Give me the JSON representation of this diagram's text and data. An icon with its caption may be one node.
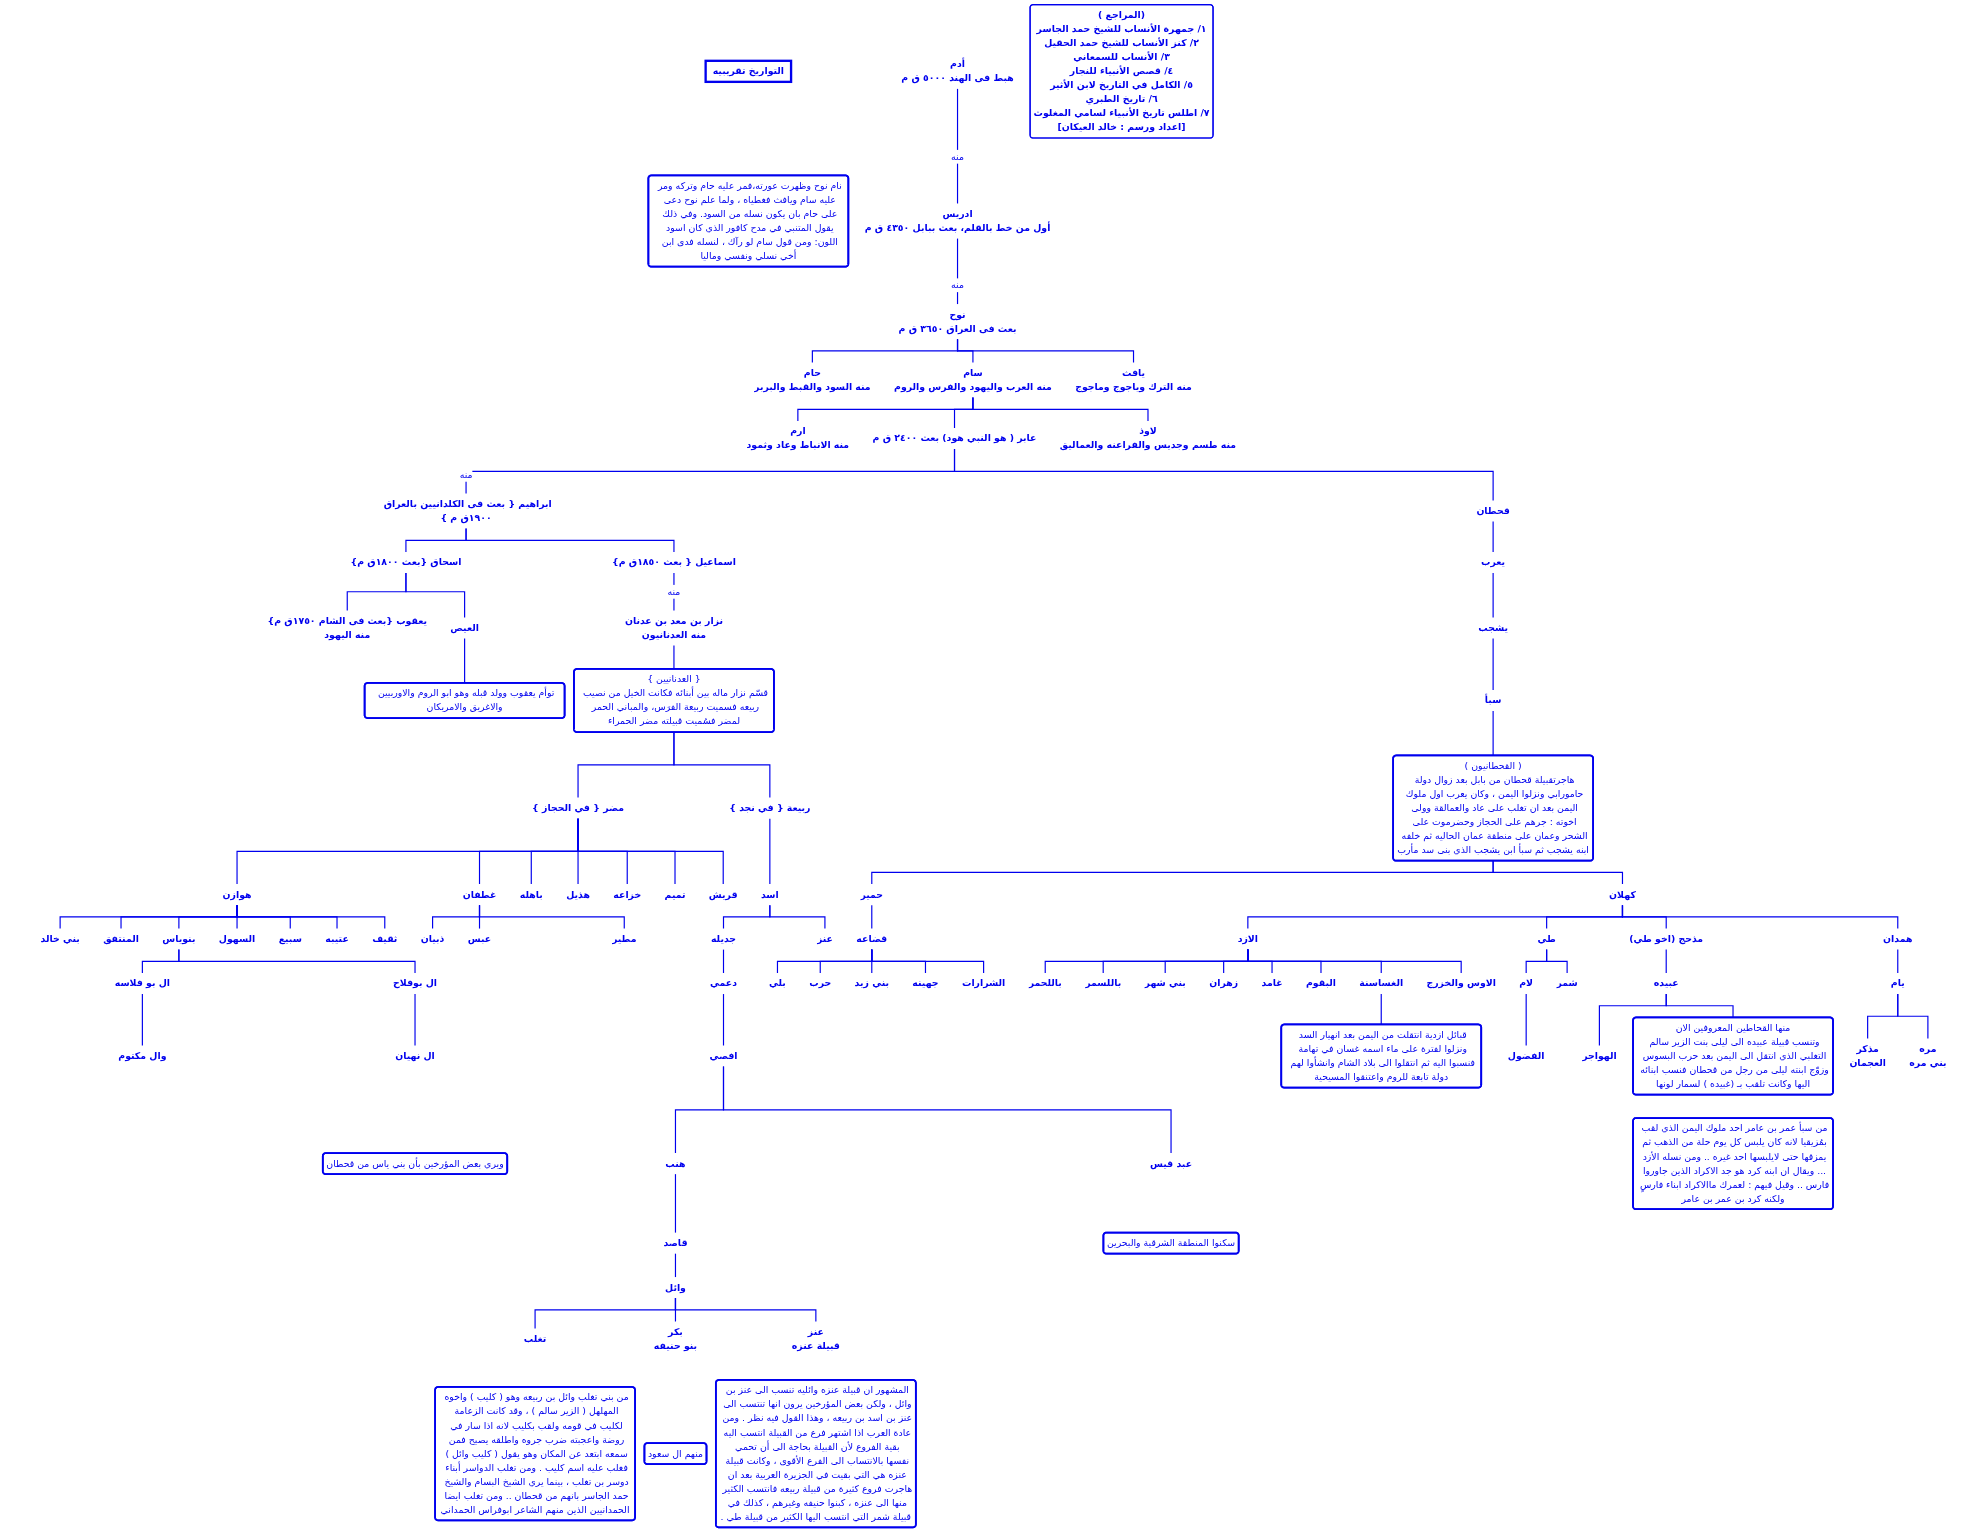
{
  "diagram": {
    "nodes": [
      {
        "text": [
          "(المراجع )",
          "١/ جمهرة الأنساب للشيخ حمد الجاسر",
          "٢/ كنز الأنساب للشيخ حمد الحقيل",
          "٣/ الأنساب للسمعاني",
          "٤/ قصص الأنبياء للنجار",
          "٥/ الكامل في التاريخ لابن الأثير",
          "٦/ تاريخ الطبري",
          "٧/ اطلس تاريخ الأنبياء لسامي المغلوث",
          "[اعداد ورسم : خالد العيكان]"
        ]
      },
      {
        "text": [
          "أدم"
        ],
        "beside": [
          "هبط فى الهند ٥٠٠٠ ق م"
        ]
      },
      {
        "text": [
          "التواريخ تقريبيه"
        ]
      },
      {
        "text": [
          "ادريس"
        ],
        "beside": [
          "أول من خط بالقلم، بعث ببابل ٤٣٥٠ ق م"
        ]
      },
      {
        "text": [
          "نوح"
        ],
        "beside": [
          "بعث فى العراق ٣٦٥٠ ق م"
        ]
      },
      {
        "text": [
          "نام نوح وظهرت عورته،فمر عليه حام وتركه ومر عليه سام ويافث فغطياه ، ولما علم نوح دعى على حام بان يكون نسله من السود. وفي ذلك يقول المتنبي في مدح كافور الذي كان اسود اللون: ومن قول سام لو رآك ، لنسله فدى ابن أخي نسلي ونفسي وماليا"
        ]
      },
      {
        "text": [
          "يافث",
          "منه الترك وياجوج وماجوج"
        ]
      },
      {
        "text": [
          "سام",
          "منه العرب واليهود والفرس والروم"
        ]
      },
      {
        "text": [
          "حام",
          "منه السود والقبط والبربر"
        ]
      },
      {
        "text": [
          "لاوذ",
          "منه طسم وجديس والفراعنه والعماليق"
        ]
      },
      {
        "text": [
          "عابر ( هو النبي هود) بعث ٢٤٠٠ ق م"
        ]
      },
      {
        "text": [
          "ارم",
          "منه الانباط وعاد وثمود"
        ]
      },
      {
        "text": [
          "قحطان"
        ]
      },
      {
        "text": [
          "ابراهيم { بعث فى الكلدانيين بالعراق ١٩٠٠ق م }"
        ]
      },
      {
        "text": [
          "يعرب"
        ]
      },
      {
        "text": [
          "اسماعيل { بعث ١٨٥٠ق م}"
        ]
      },
      {
        "text": [
          "اسحاق {بعث ١٨٠٠ق م}"
        ]
      },
      {
        "text": [
          "يشجب"
        ]
      },
      {
        "text": [
          "سبأ"
        ]
      },
      {
        "text": [
          "نزار بن معد بن عدنان",
          "منه العدنانيون"
        ]
      },
      {
        "text": [
          "العيص"
        ]
      },
      {
        "text": [
          "يعقوب {بعث فى الشام ١٧٥٠ق م}",
          "منه اليهود"
        ]
      },
      {
        "text": [
          "( القحطانيون )",
          "هاجرتقبيلة قحطان من بابل بعد زوال دولة حامورابي ونزلوا اليمن ، وكان يعرب اول ملوك اليمن بعد ان تغلب على عاد والعمالقة وولى اخوته : جرهم على الحجاز وحضرموت على الشحر وعمان على منطقة عمان الحاليه ثم خلفه ابنه يشجب ثم سبأ ابن يشجب الذي بنى سد مأرب"
        ]
      },
      {
        "text": [
          "{ العدنانيين }",
          "قسّم نزار ماله بين أبنائه فكانت الخيل من نصيب ربيعه فسميت ربيعة الفرَس، والمباني الحمر لمضر فسُميت قبيلته مضر الحمراء"
        ]
      },
      {
        "text": [
          "توأم يعقوب وولد قبله وهو ابو الروم والاوربيين والاغريق والامريكان"
        ]
      },
      {
        "text": [
          "كهلان"
        ]
      },
      {
        "text": [
          "حمير"
        ]
      },
      {
        "text": [
          "ربيعة { في نجد }"
        ]
      },
      {
        "text": [
          "مضر { في الحجاز }"
        ]
      },
      {
        "text": [
          "اسد"
        ]
      },
      {
        "text": [
          "قضاعه"
        ]
      },
      {
        "text": [
          "عنز"
        ]
      },
      {
        "text": [
          "جديله"
        ]
      },
      {
        "text": [
          "قريش"
        ]
      },
      {
        "text": [
          "تميم"
        ]
      },
      {
        "text": [
          "خزاعه"
        ]
      },
      {
        "text": [
          "هذيل"
        ]
      },
      {
        "text": [
          "باهله"
        ]
      },
      {
        "text": [
          "غطفان"
        ]
      },
      {
        "text": [
          "هوازن"
        ]
      },
      {
        "text": [
          "همدان"
        ]
      },
      {
        "text": [
          "مذحج (اخو طي)"
        ]
      },
      {
        "text": [
          "طي"
        ]
      },
      {
        "text": [
          "الازد"
        ]
      },
      {
        "text": [
          "الشرارات"
        ]
      },
      {
        "text": [
          "جهينه"
        ]
      },
      {
        "text": [
          "بني زيد"
        ]
      },
      {
        "text": [
          "حرب"
        ]
      },
      {
        "text": [
          "بلي"
        ]
      },
      {
        "text": [
          "دعمي"
        ]
      },
      {
        "text": [
          "مطير"
        ]
      },
      {
        "text": [
          "عبس"
        ]
      },
      {
        "text": [
          "ذبيان"
        ]
      },
      {
        "text": [
          "يام"
        ]
      },
      {
        "text": [
          "عبيده"
        ]
      },
      {
        "text": [
          "شمر"
        ]
      },
      {
        "text": [
          "لام"
        ]
      },
      {
        "text": [
          "الاوس والخزرج"
        ]
      },
      {
        "text": [
          "الغساسنة"
        ]
      },
      {
        "text": [
          "البقوم"
        ]
      },
      {
        "text": [
          "غامد"
        ]
      },
      {
        "text": [
          "زهران"
        ]
      },
      {
        "text": [
          "بني شهر"
        ]
      },
      {
        "text": [
          "باللسمر"
        ]
      },
      {
        "text": [
          "باللحمر"
        ]
      },
      {
        "text": [
          "افصي"
        ]
      },
      {
        "text": [
          "عبد قيس"
        ]
      },
      {
        "text": [
          "هنب"
        ]
      },
      {
        "text": [
          "قاصد"
        ]
      },
      {
        "text": [
          "وائل"
        ]
      },
      {
        "text": [
          "ثقيف"
        ]
      },
      {
        "text": [
          "عتيبه"
        ]
      },
      {
        "text": [
          "سبيع"
        ]
      },
      {
        "text": [
          "السهول"
        ]
      },
      {
        "text": [
          "بنوياس"
        ]
      },
      {
        "text": [
          "المنتفق"
        ]
      },
      {
        "text": [
          "بني خالد"
        ]
      },
      {
        "text": [
          "مره",
          "بني مره"
        ]
      },
      {
        "text": [
          "مذكر",
          "العجمان"
        ]
      },
      {
        "text": [
          "الهواجر"
        ]
      },
      {
        "text": [
          "الفضول"
        ]
      },
      {
        "text": [
          "قبائل ازدية انتقلت من اليمن بعد انهيار السد ونزلوا لفترة على ماء اسمه غسان في تهامة فنسبوا اليه ثم انتقلوا الى بلاد الشام وانشأوا لهم دولة تابعة للروم واعتنقوا المسيحية"
        ]
      },
      {
        "text": [
          "سكنوا المنطقة الشرقية والبحرين"
        ]
      },
      {
        "text": [
          "ال بوفلاح"
        ]
      },
      {
        "text": [
          "ال بو فلاسه"
        ]
      },
      {
        "text": [
          "منها القحاطين المعروفين الان",
          "وتنسب قبيلة عبيده الى ليلى بنت الزير سالم التغلبي الذي انتقل الى اليمن بعد حرب البسوس وزوّج ابنته ليلى من رجل من قحطان فنسب ابنائه اليها وكانت تلقب بـ (غبيده ) لسمار لونها"
        ]
      },
      {
        "text": [
          "عنز",
          "قبيلة عنزه"
        ]
      },
      {
        "text": [
          "بكر",
          "بنو حنيفه"
        ]
      },
      {
        "text": [
          "تغلب"
        ]
      },
      {
        "text": [
          "ال نهيان"
        ]
      },
      {
        "text": [
          "وال مكتوم"
        ]
      },
      {
        "text": [
          "منهم ال سعود"
        ]
      },
      {
        "text": [
          "ويري بعض المؤرخين بأن بني ياس من قحطان"
        ]
      },
      {
        "text": [
          "من سبأ عمر بن عامر احد ملوك اليمن الذي لقب بمُزيقيا لانه كان يلبس كل يوم حلة من الذهب ثم يمزقها حتى لايلبسها احد غيره .. ومن نسله الأزد ... ويقال ان ابنه كرد هو جد الاكراد الذين جاوروا فارس .. وقيل فيهم : لعمرك ماالاكراد ابناء فارسٍ ولكنه كرد بن عمر بن عامر"
        ]
      },
      {
        "text": [
          "المشهور ان قبيلة عنزه وائليه تنسب الى عنز بن وائل ، ولكن بعض المؤرخين يرون انها تنتسب الى عنز بن اسد بن ربيعه ، وهذا القول فيه نظر . ومن عادة العرب اذا اشتهر فرع من القبيلة انتسب اليه بقية الفروع لأن القبيلة بحاجة الى أن تحمي نفسها بالانتساب الى الفرع الأقوى ، وكانت قبيلة عنزه هي التي بقيت في الجزيرة العربية بعد ان هاجرت فروع كثيرة من قبيلة ربيعه فانتسب الكثير منها الى عنزه ، كبنوا حنيفه وغيرهم ، كذلك في قبيلة شمر التي انتسب اليها الكثير من قبيلة طي ."
        ]
      },
      {
        "text": [
          "من بني تغلب وائل بن ربيعه وهو ( كليب ) واخوه المهلهل ( الزير سالم ) ، وقد كانت الزعامة لكليب في قومه ولقب بكليب لانه اذا سار في روضة واعجبته ضرب جروه واطلقه يصيح فمن سمعه ابتعد عن المكان وهو يقول ( كليب وائل ) فغلب عليه اسم كليب . ومن تغلب الدواسر أبناء دوسر بن تغلب ، بينما يري الشيخ البسام والشيخ حمد الجاسر بانهم من قحطان .. ومن تغلب ايضا الحمدانيين الذين منهم الشاعر ابوفراس الحمداني"
        ]
      }
    ],
    "edges": [
      {
        "from": 1,
        "to": 3,
        "arrow": "none",
        "label": "منه"
      },
      {
        "from": 3,
        "to": 4,
        "arrow": "none",
        "label": "منه"
      },
      {
        "from": 4,
        "to": 8,
        "arrow": "none"
      },
      {
        "from": 4,
        "to": 7,
        "arrow": "none"
      },
      {
        "from": 4,
        "to": 6,
        "arrow": "none"
      },
      {
        "from": 7,
        "to": 11,
        "arrow": "none"
      },
      {
        "from": 7,
        "to": 10,
        "arrow": "none"
      },
      {
        "from": 7,
        "to": 9,
        "arrow": "none"
      },
      {
        "from": 10,
        "to": 13,
        "arrow": "none",
        "label": "منه"
      },
      {
        "from": 10,
        "to": 12,
        "arrow": "none"
      },
      {
        "from": 13,
        "to": 16,
        "arrow": "none"
      },
      {
        "from": 13,
        "to": 15,
        "arrow": "none"
      },
      {
        "from": 16,
        "to": 21,
        "arrow": "none"
      },
      {
        "from": 16,
        "to": 20,
        "arrow": "none"
      },
      {
        "from": 20,
        "to": 24,
        "arrow": "none"
      },
      {
        "from": 15,
        "to": 19,
        "arrow": "none",
        "label": "منه"
      },
      {
        "from": 19,
        "to": 23,
        "arrow": "none"
      },
      {
        "from": 23,
        "to": 28,
        "arrow": "none"
      },
      {
        "from": 23,
        "to": 27,
        "arrow": "none"
      },
      {
        "from": 28,
        "to": 39,
        "arrow": "none"
      },
      {
        "from": 28,
        "to": 38,
        "arrow": "none"
      },
      {
        "from": 28,
        "to": 37,
        "arrow": "none"
      },
      {
        "from": 28,
        "to": 36,
        "arrow": "none"
      },
      {
        "from": 28,
        "to": 35,
        "arrow": "none"
      },
      {
        "from": 28,
        "to": 34,
        "arrow": "none"
      },
      {
        "from": 28,
        "to": 33,
        "arrow": "none"
      },
      {
        "from": 38,
        "to": 52,
        "arrow": "none"
      },
      {
        "from": 38,
        "to": 51,
        "arrow": "none"
      },
      {
        "from": 38,
        "to": 50,
        "arrow": "none"
      },
      {
        "from": 39,
        "to": 76,
        "arrow": "none"
      },
      {
        "from": 39,
        "to": 75,
        "arrow": "none"
      },
      {
        "from": 39,
        "to": 74,
        "arrow": "none"
      },
      {
        "from": 39,
        "to": 73,
        "arrow": "none"
      },
      {
        "from": 39,
        "to": 72,
        "arrow": "none"
      },
      {
        "from": 39,
        "to": 71,
        "arrow": "none"
      },
      {
        "from": 39,
        "to": 70,
        "arrow": "none"
      },
      {
        "from": 74,
        "to": 84,
        "arrow": "none"
      },
      {
        "from": 74,
        "to": 83,
        "arrow": "none"
      },
      {
        "from": 84,
        "to": 90,
        "arrow": "none"
      },
      {
        "from": 83,
        "to": 89,
        "arrow": "none"
      },
      {
        "from": 27,
        "to": 29,
        "arrow": "none"
      },
      {
        "from": 29,
        "to": 32,
        "arrow": "none"
      },
      {
        "from": 29,
        "to": 31,
        "arrow": "none"
      },
      {
        "from": 32,
        "to": 49,
        "arrow": "none"
      },
      {
        "from": 49,
        "to": 65,
        "arrow": "none"
      },
      {
        "from": 65,
        "to": 67,
        "arrow": "none"
      },
      {
        "from": 65,
        "to": 66,
        "arrow": "none"
      },
      {
        "from": 67,
        "to": 68,
        "arrow": "none"
      },
      {
        "from": 68,
        "to": 69,
        "arrow": "none"
      },
      {
        "from": 69,
        "to": 88,
        "arrow": "none"
      },
      {
        "from": 69,
        "to": 87,
        "arrow": "none"
      },
      {
        "from": 69,
        "to": 86,
        "arrow": "none"
      },
      {
        "from": 12,
        "to": 14,
        "arrow": "none"
      },
      {
        "from": 14,
        "to": 17,
        "arrow": "none"
      },
      {
        "from": 17,
        "to": 18,
        "arrow": "none"
      },
      {
        "from": 18,
        "to": 22,
        "arrow": "none"
      },
      {
        "from": 22,
        "to": 26,
        "arrow": "none"
      },
      {
        "from": 22,
        "to": 25,
        "arrow": "none"
      },
      {
        "from": 26,
        "to": 30,
        "arrow": "none"
      },
      {
        "from": 30,
        "to": 48,
        "arrow": "none"
      },
      {
        "from": 30,
        "to": 47,
        "arrow": "none"
      },
      {
        "from": 30,
        "to": 46,
        "arrow": "none"
      },
      {
        "from": 30,
        "to": 45,
        "arrow": "none"
      },
      {
        "from": 30,
        "to": 44,
        "arrow": "none"
      },
      {
        "from": 25,
        "to": 43,
        "arrow": "none"
      },
      {
        "from": 25,
        "to": 42,
        "arrow": "none"
      },
      {
        "from": 25,
        "to": 41,
        "arrow": "none"
      },
      {
        "from": 25,
        "to": 40,
        "arrow": "none"
      },
      {
        "from": 43,
        "to": 64,
        "arrow": "none"
      },
      {
        "from": 43,
        "to": 63,
        "arrow": "none"
      },
      {
        "from": 43,
        "to": 62,
        "arrow": "none"
      },
      {
        "from": 43,
        "to": 61,
        "arrow": "none"
      },
      {
        "from": 43,
        "to": 60,
        "arrow": "none"
      },
      {
        "from": 43,
        "to": 59,
        "arrow": "none"
      },
      {
        "from": 43,
        "to": 58,
        "arrow": "none"
      },
      {
        "from": 43,
        "to": 57,
        "arrow": "none"
      },
      {
        "from": 58,
        "to": 81,
        "arrow": "none"
      },
      {
        "from": 42,
        "to": 56,
        "arrow": "none"
      },
      {
        "from": 42,
        "to": 55,
        "arrow": "none"
      },
      {
        "from": 56,
        "to": 80,
        "arrow": "none"
      },
      {
        "from": 41,
        "to": 54,
        "arrow": "none"
      },
      {
        "from": 54,
        "to": 79,
        "arrow": "none"
      },
      {
        "from": 54,
        "to": 85,
        "arrow": "none"
      },
      {
        "from": 40,
        "to": 53,
        "arrow": "none"
      },
      {
        "from": 53,
        "to": 78,
        "arrow": "none"
      },
      {
        "from": 53,
        "to": 77,
        "arrow": "none"
      }
    ]
  }
}
